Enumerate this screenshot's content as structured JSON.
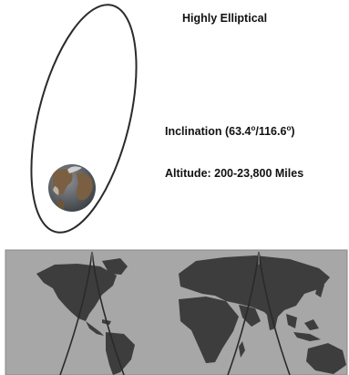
{
  "diagram": {
    "title": "Highly Elliptical",
    "inclination_main": "Inclination (63.4",
    "inclination_sep": "/116.6",
    "inclination_end": ")",
    "degree_mark": "o",
    "altitude": "Altitude: 200-23,800 Miles"
  },
  "colors": {
    "orbit": "#2a2a2a",
    "ocean": "#a7a7a7",
    "land": "#3d3d3d",
    "earth_sea": "#5a5f63",
    "earth_land": "#7a5f42"
  }
}
